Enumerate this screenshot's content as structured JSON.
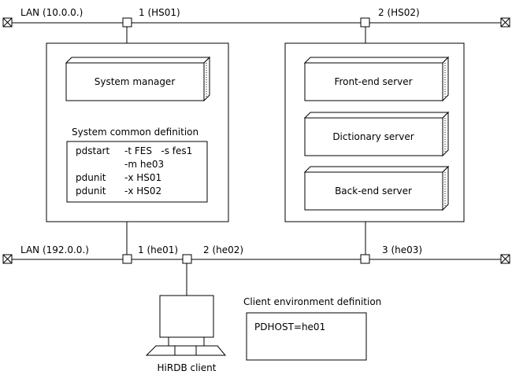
{
  "lans": {
    "upper": {
      "label": "LAN (10.0.0.)",
      "nodes": [
        "1 (HS01)",
        "2 (HS02)"
      ]
    },
    "lower": {
      "label": "LAN (192.0.0.)",
      "nodes": [
        "1 (he01)",
        "2 (he02)",
        "3 (he03)"
      ]
    }
  },
  "host1": {
    "system_manager": "System manager",
    "common_def_title": "System common definition",
    "common_def_rows": [
      {
        "cmd": "pdstart",
        "args": "-t FES   -s fes1"
      },
      {
        "cmd": "",
        "args": "-m he03"
      },
      {
        "cmd": "pdunit",
        "args": "-x HS01"
      },
      {
        "cmd": "pdunit",
        "args": "-x HS02"
      }
    ]
  },
  "host2": {
    "servers": [
      "Front-end server",
      "Dictionary server",
      "Back-end server"
    ]
  },
  "client": {
    "env_def_title": "Client environment definition",
    "env_def_value": "PDHOST=he01",
    "label": "HiRDB client"
  }
}
